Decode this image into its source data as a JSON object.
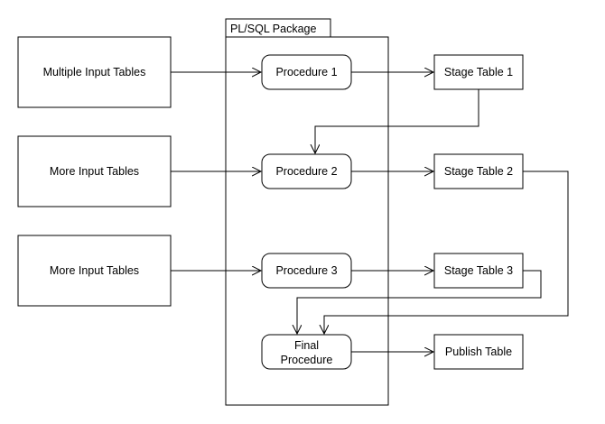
{
  "package": {
    "label": "PL/SQL Package"
  },
  "inputs": [
    {
      "label": "Multiple Input Tables"
    },
    {
      "label": "More Input Tables"
    },
    {
      "label": "More Input Tables"
    }
  ],
  "procedures": [
    {
      "label": "Procedure 1"
    },
    {
      "label": "Procedure 2"
    },
    {
      "label": "Procedure 3"
    },
    {
      "label_line1": "Final",
      "label_line2": "Procedure"
    }
  ],
  "outputs": [
    {
      "label": "Stage Table 1"
    },
    {
      "label": "Stage Table 2"
    },
    {
      "label": "Stage Table 3"
    },
    {
      "label": "Publish Table"
    }
  ]
}
